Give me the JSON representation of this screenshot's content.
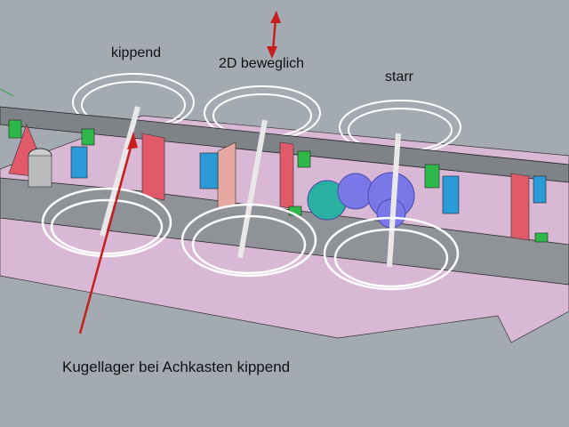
{
  "labels": {
    "tilting": "kippend",
    "movable_2d": "2D beweglich",
    "rigid": "starr",
    "caption": "Kugellager bei Achkasten kippend"
  },
  "colors": {
    "background": "#a4aab2",
    "base_plate": "#d9b8d6",
    "frame": "#8f9296",
    "arrow": "#c81e1e",
    "bracket": "#2a9bd6",
    "spring_seat": "#2fb84a",
    "gear": "#7a78e8"
  }
}
